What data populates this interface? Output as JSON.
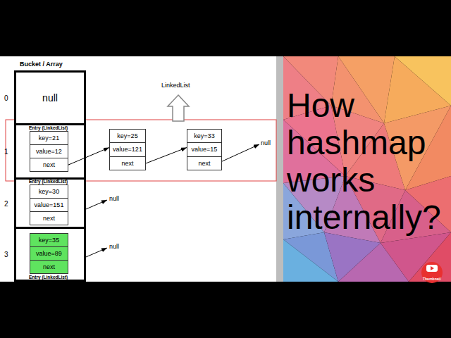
{
  "diagram": {
    "title": "How hashmap works internally?",
    "nodes": [
      {
        "text": [
          "0",
          "null"
        ]
      },
      {
        "text": [
          "1"
        ]
      },
      {
        "text": [
          "Entry (LinkedList)",
          "key=21",
          "value=12",
          "next"
        ],
        "in": 1
      },
      {
        "text": [
          "key=25",
          "value=121",
          "next"
        ]
      },
      {
        "text": [
          "key=33",
          "value=15",
          "next"
        ]
      },
      {
        "text": [
          "2"
        ]
      },
      {
        "text": [
          "Entry (LinkedList)",
          "key=30",
          "value=151",
          "next"
        ],
        "in": 5
      },
      {
        "text": [
          "3"
        ]
      },
      {
        "text": [
          "key=35",
          "value=89",
          "next",
          "Entry (LinkedList)"
        ],
        "in": 7
      }
    ],
    "edges": [
      {
        "from": 2,
        "to": 3,
        "arrow": "to"
      },
      {
        "from": 3,
        "to": 4,
        "arrow": "to"
      }
    ],
    "labels": [
      "Bucket / Array",
      "LinkedList",
      "null",
      "null",
      "null",
      "Thumbnail"
    ]
  }
}
